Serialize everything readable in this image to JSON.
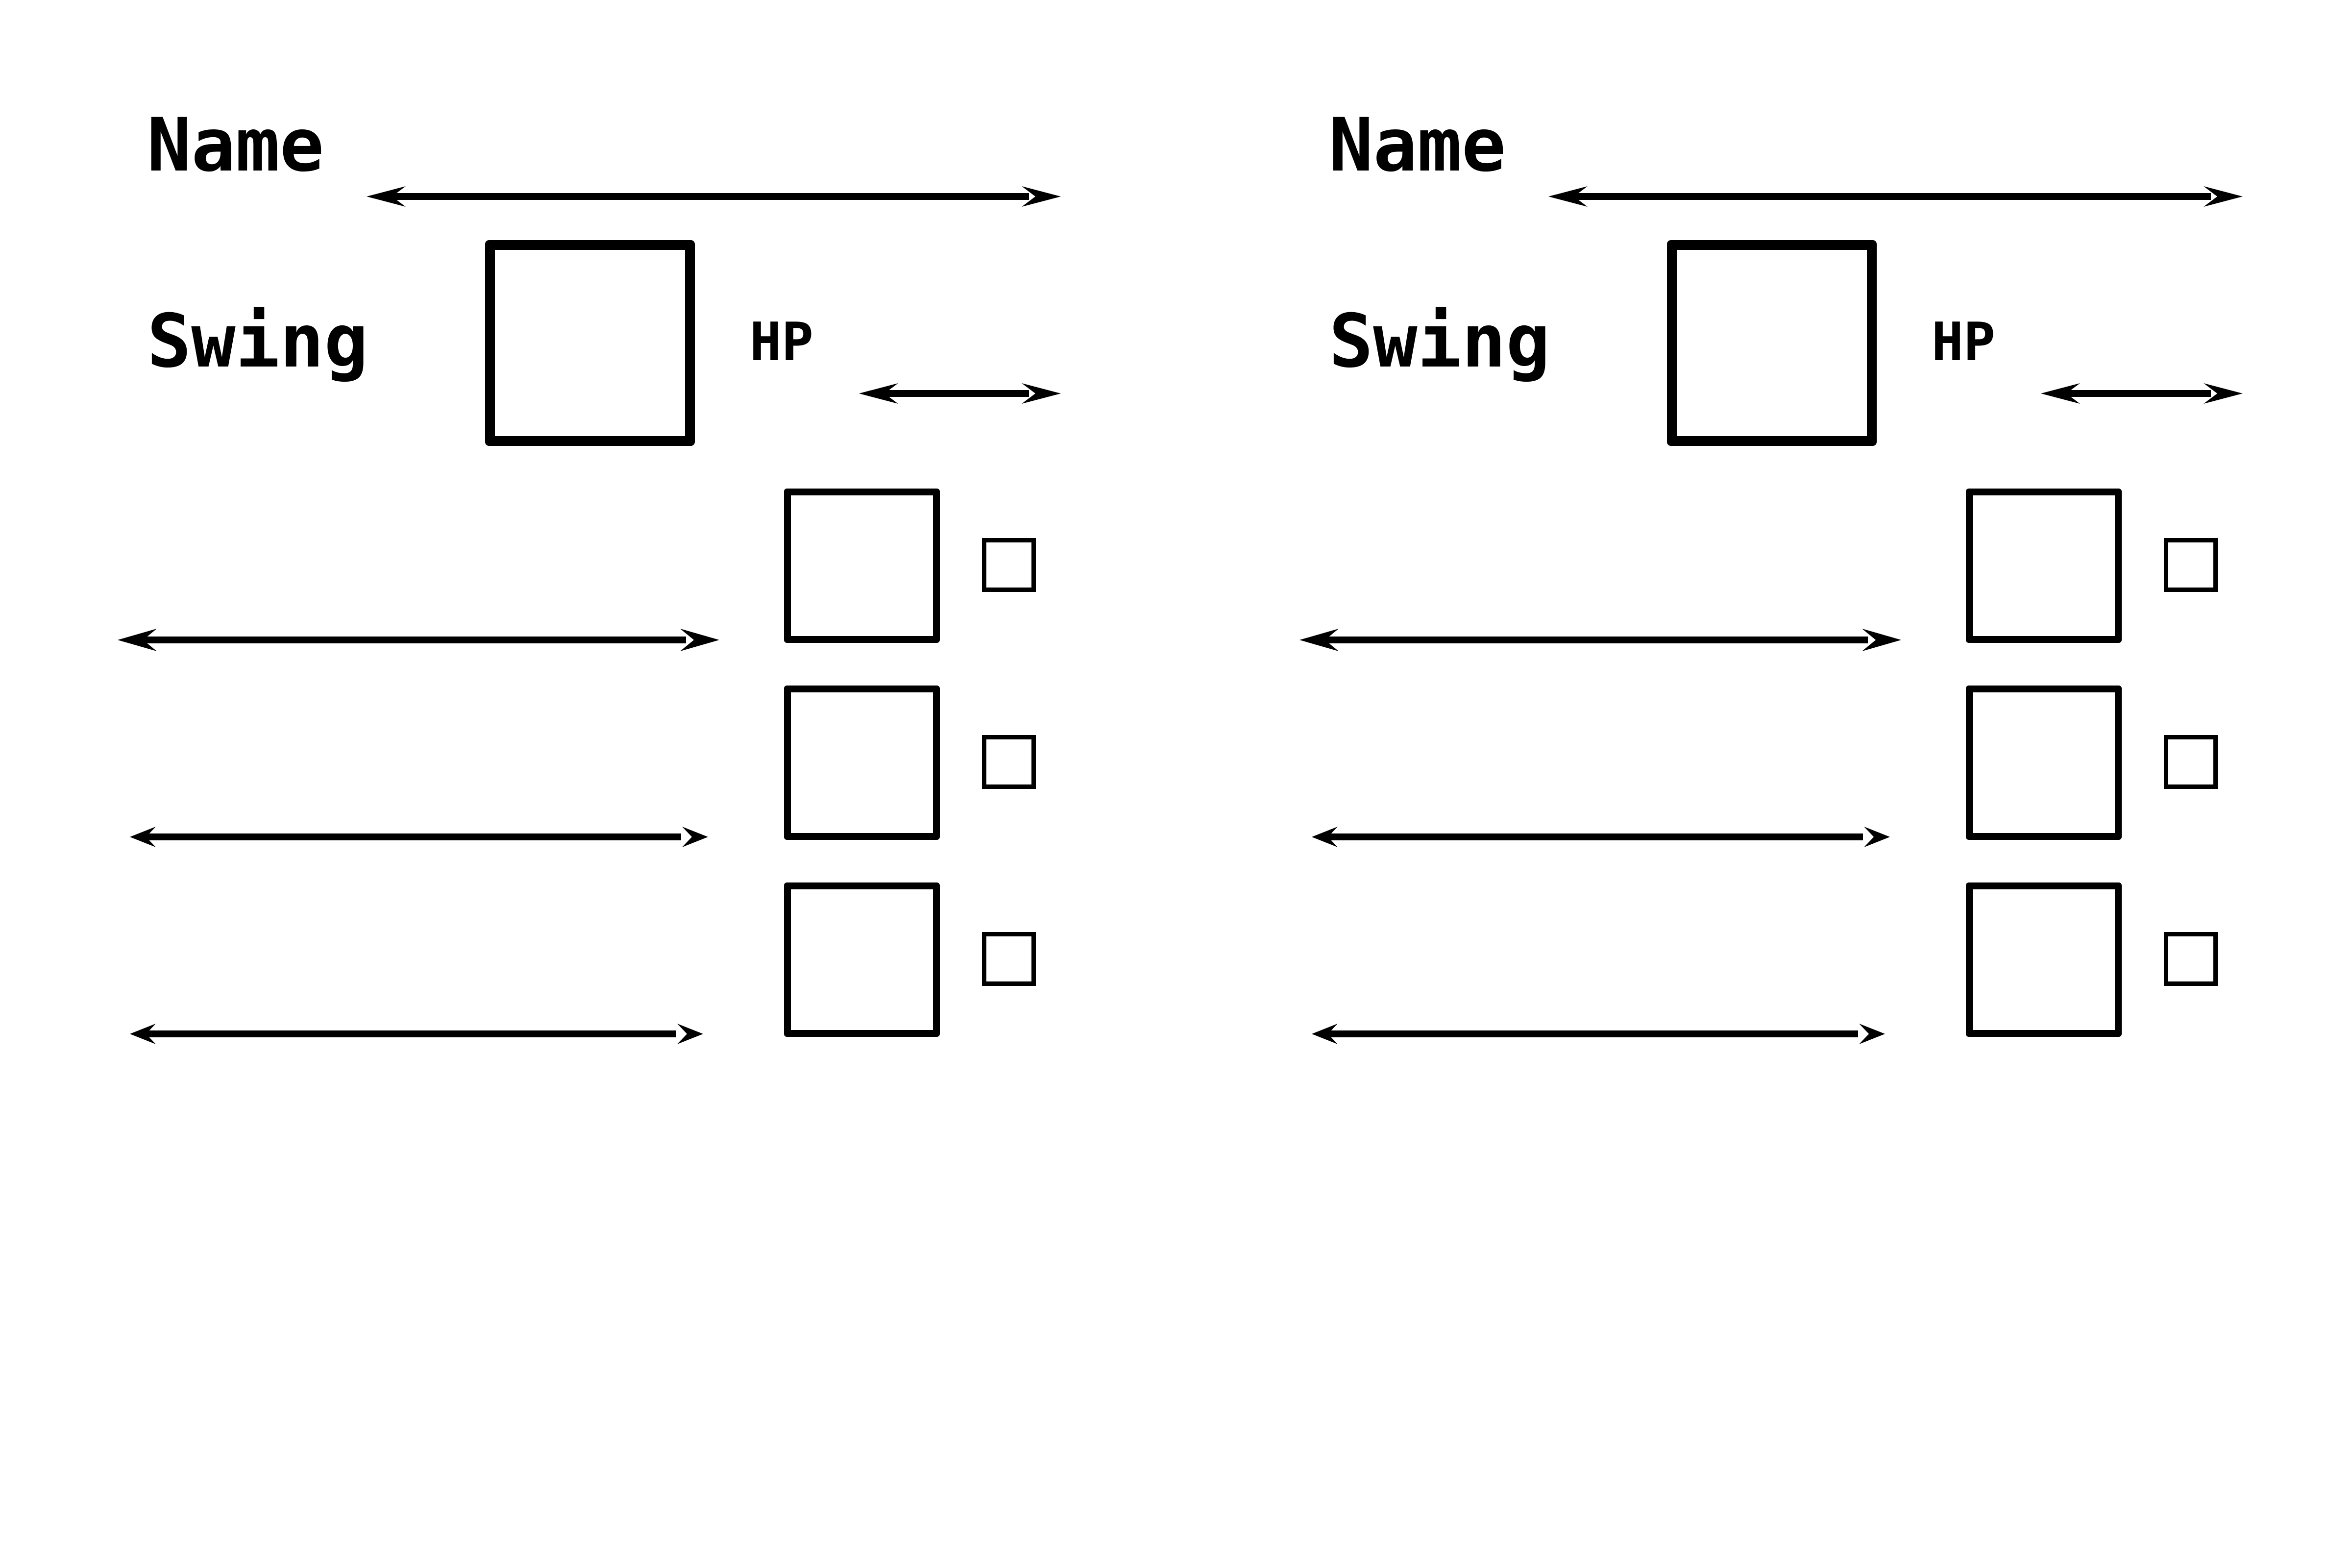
{
  "sheet": {
    "card_count": 2,
    "cards": [
      {
        "name_label": "Name",
        "swing_label": "Swing",
        "hp_label": "HP",
        "name_value": "",
        "swing_value": "",
        "hp_value": "",
        "entries": [
          {
            "text": "",
            "value": "",
            "checked": false
          },
          {
            "text": "",
            "value": "",
            "checked": false
          },
          {
            "text": "",
            "value": "",
            "checked": false
          }
        ]
      },
      {
        "name_label": "Name",
        "swing_label": "Swing",
        "hp_label": "HP",
        "name_value": "",
        "swing_value": "",
        "hp_value": "",
        "entries": [
          {
            "text": "",
            "value": "",
            "checked": false
          },
          {
            "text": "",
            "value": "",
            "checked": false
          },
          {
            "text": "",
            "value": "",
            "checked": false
          }
        ]
      }
    ]
  },
  "colors": {
    "ink": "#000000",
    "paper": "#ffffff"
  },
  "icons": {
    "line_end": "arrowhead-icon"
  }
}
